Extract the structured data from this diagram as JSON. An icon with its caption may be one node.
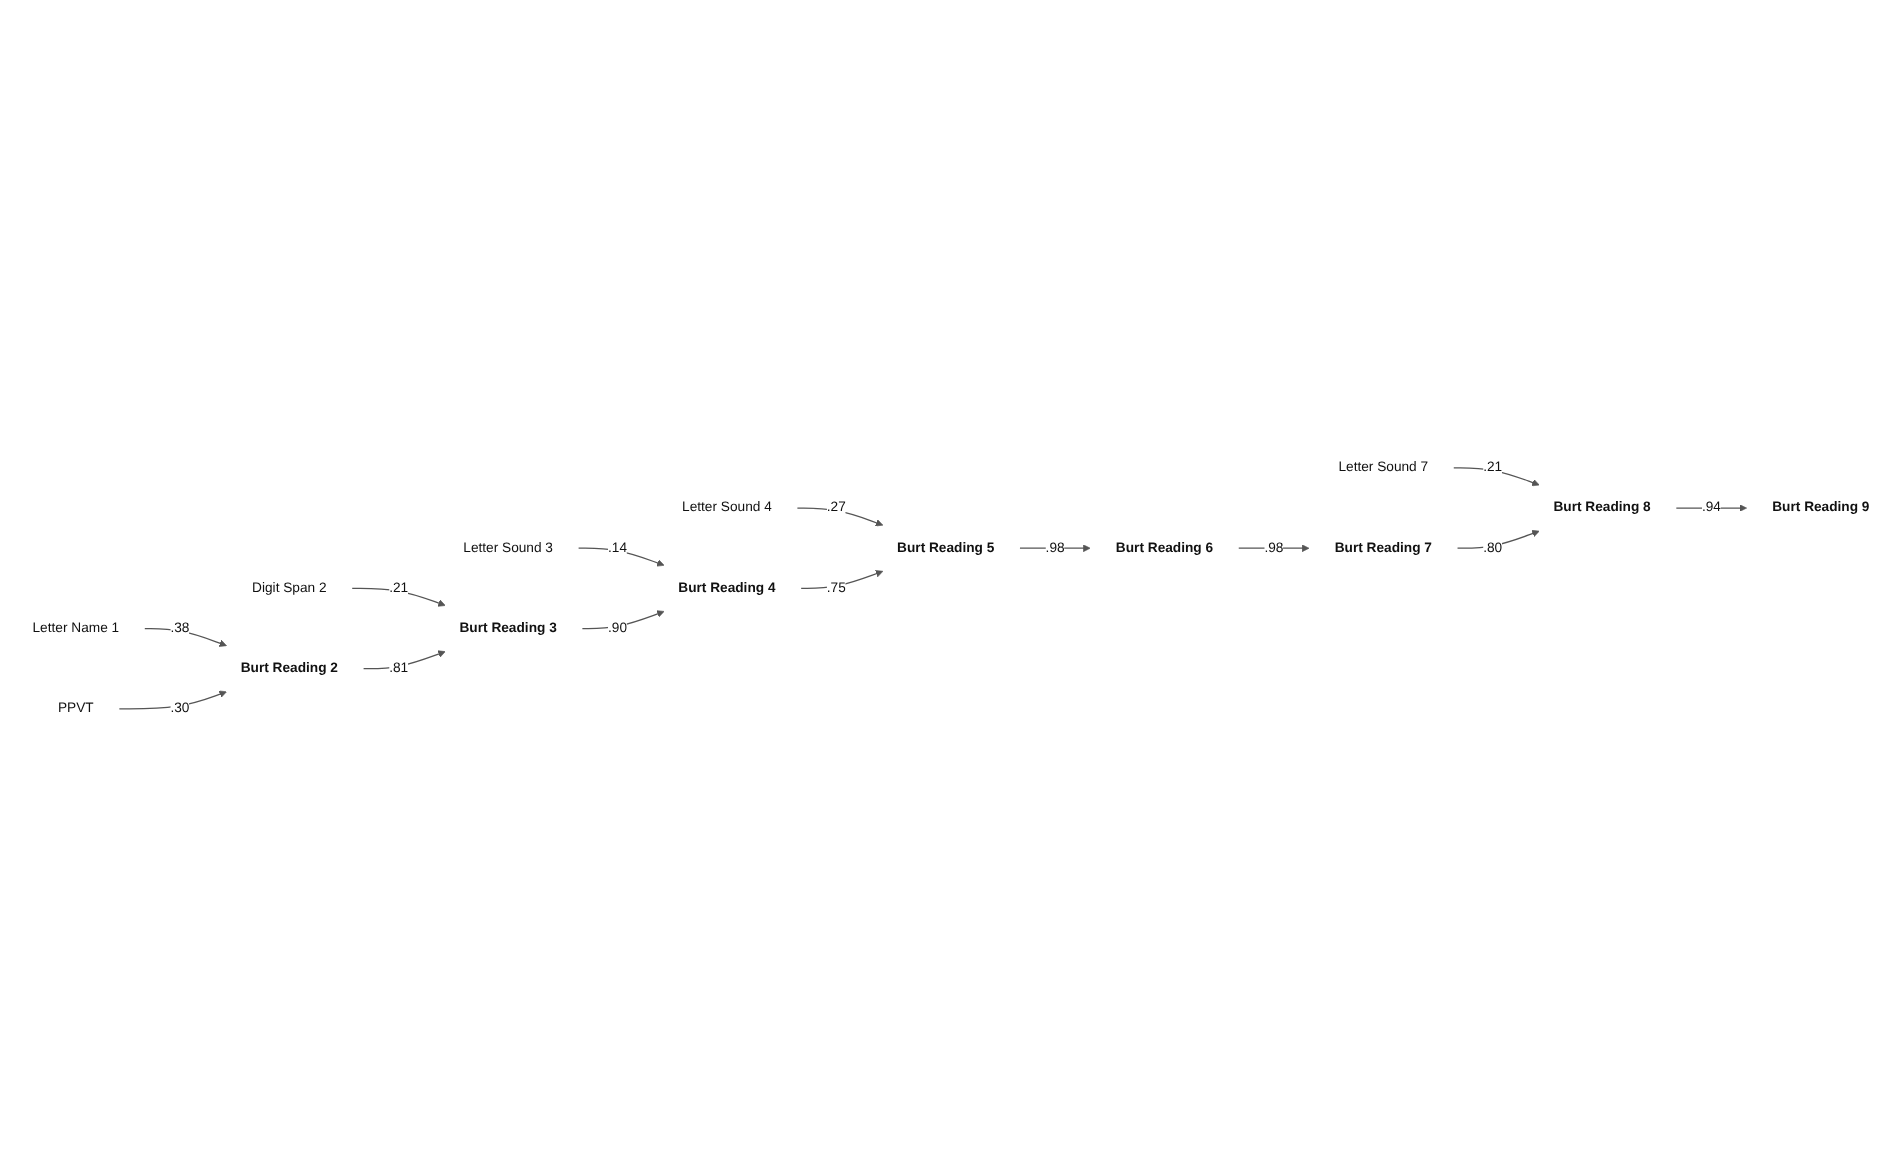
{
  "diagram": {
    "nodes": [
      {
        "text": [
          "Letter Name 1"
        ]
      },
      {
        "text": [
          "PPVT"
        ]
      },
      {
        "text": [
          "Digit Span 2"
        ]
      },
      {
        "text": [
          "Letter Sound 3"
        ]
      },
      {
        "text": [
          "Letter Sound 4"
        ]
      },
      {
        "text": [
          "Burt Reading 2"
        ]
      },
      {
        "text": [
          "Burt Reading 3"
        ]
      },
      {
        "text": [
          "Burt Reading 4"
        ]
      },
      {
        "text": [
          "Burt Reading 5"
        ]
      },
      {
        "text": [
          "Letter Sound 7"
        ]
      },
      {
        "text": [
          "Burt Reading 6"
        ]
      },
      {
        "text": [
          "Burt Reading 7"
        ]
      },
      {
        "text": [
          "Burt Reading 8"
        ]
      },
      {
        "text": [
          "Burt Reading 9"
        ]
      }
    ],
    "edges": [
      {
        "from": 0,
        "to": 5,
        "arrow": "to",
        "label": ".38"
      },
      {
        "from": 1,
        "to": 5,
        "arrow": "to",
        "label": ".30"
      },
      {
        "from": 2,
        "to": 6,
        "arrow": "to",
        "label": ".21"
      },
      {
        "from": 5,
        "to": 6,
        "arrow": "to",
        "label": ".81"
      },
      {
        "from": 3,
        "to": 7,
        "arrow": "to",
        "label": ".14"
      },
      {
        "from": 6,
        "to": 7,
        "arrow": "to",
        "label": ".90"
      },
      {
        "from": 4,
        "to": 8,
        "arrow": "to",
        "label": ".27"
      },
      {
        "from": 7,
        "to": 8,
        "arrow": "to",
        "label": ".75"
      },
      {
        "from": 8,
        "to": 10,
        "arrow": "to",
        "label": ".98"
      },
      {
        "from": 10,
        "to": 11,
        "arrow": "to",
        "label": ".98"
      },
      {
        "from": 9,
        "to": 12,
        "arrow": "to",
        "label": ".21"
      },
      {
        "from": 11,
        "to": 12,
        "arrow": "to",
        "label": ".80"
      },
      {
        "from": 12,
        "to": 13,
        "arrow": "to",
        "label": ".94"
      }
    ]
  }
}
